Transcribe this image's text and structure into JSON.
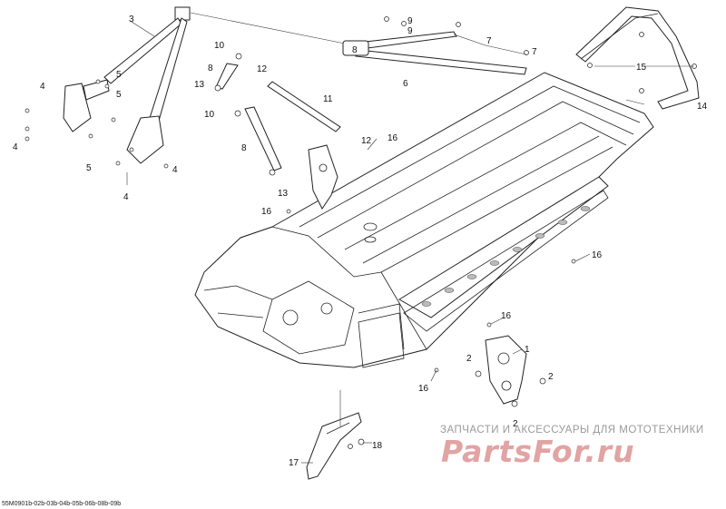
{
  "callouts": [
    "1",
    "2",
    "2",
    "2",
    "3",
    "4",
    "4",
    "4",
    "4",
    "5",
    "5",
    "5",
    "6",
    "7",
    "7",
    "8",
    "8",
    "8",
    "9",
    "9",
    "10",
    "10",
    "11",
    "12",
    "12",
    "13",
    "13",
    "14",
    "15",
    "15",
    "16",
    "16",
    "16",
    "16",
    "16",
    "16",
    "17",
    "18"
  ],
  "watermark": {
    "subtitle": "ЗАПЧАСТИ И АКСЕССУАРЫ ДЛЯ МОТОТЕХНИКИ",
    "logo": "PartsFor.ru"
  },
  "figure_code": "55M0901b-02b-03b-04b-05b-06b-08b-09b"
}
